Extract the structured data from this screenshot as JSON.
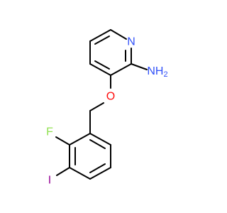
{
  "molecule": {
    "atoms": {
      "N_ring": {
        "label": "N",
        "color": "#3050f8"
      },
      "NH2": {
        "label": "NH",
        "sub": "2",
        "color": "#3050f8"
      },
      "O": {
        "label": "O",
        "color": "#ff0d0d"
      },
      "F": {
        "label": "F",
        "color": "#90e050"
      },
      "I": {
        "label": "I",
        "color": "#940094"
      }
    },
    "bond_color": "#000000"
  }
}
